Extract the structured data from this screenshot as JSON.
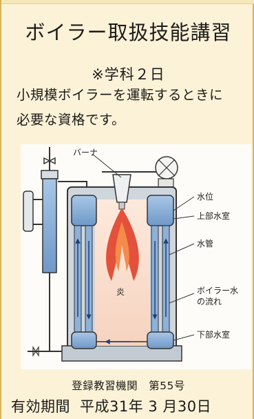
{
  "title": "ボイラー取扱技能講習",
  "subject": "※学科２日",
  "description": {
    "line1": "小規模ボイラーを運転するときに",
    "line2": "必要な資格です。"
  },
  "diagram": {
    "burner": "バーナ",
    "flame": "炎",
    "water_level": "水位",
    "upper_chamber": "上部水室",
    "water_tube": "水管",
    "flow_line1": "ボイラー水",
    "flow_line2": "の流れ",
    "lower_chamber": "下部水室"
  },
  "registration": "登録教習機関　第55号",
  "validity": {
    "label": "有効期間",
    "date": "平成31年 3 月30日"
  },
  "colors": {
    "background": "#fbf2d8",
    "border": "#d9b35a",
    "water": "#7fa8d4",
    "flame": "#e0402a"
  }
}
